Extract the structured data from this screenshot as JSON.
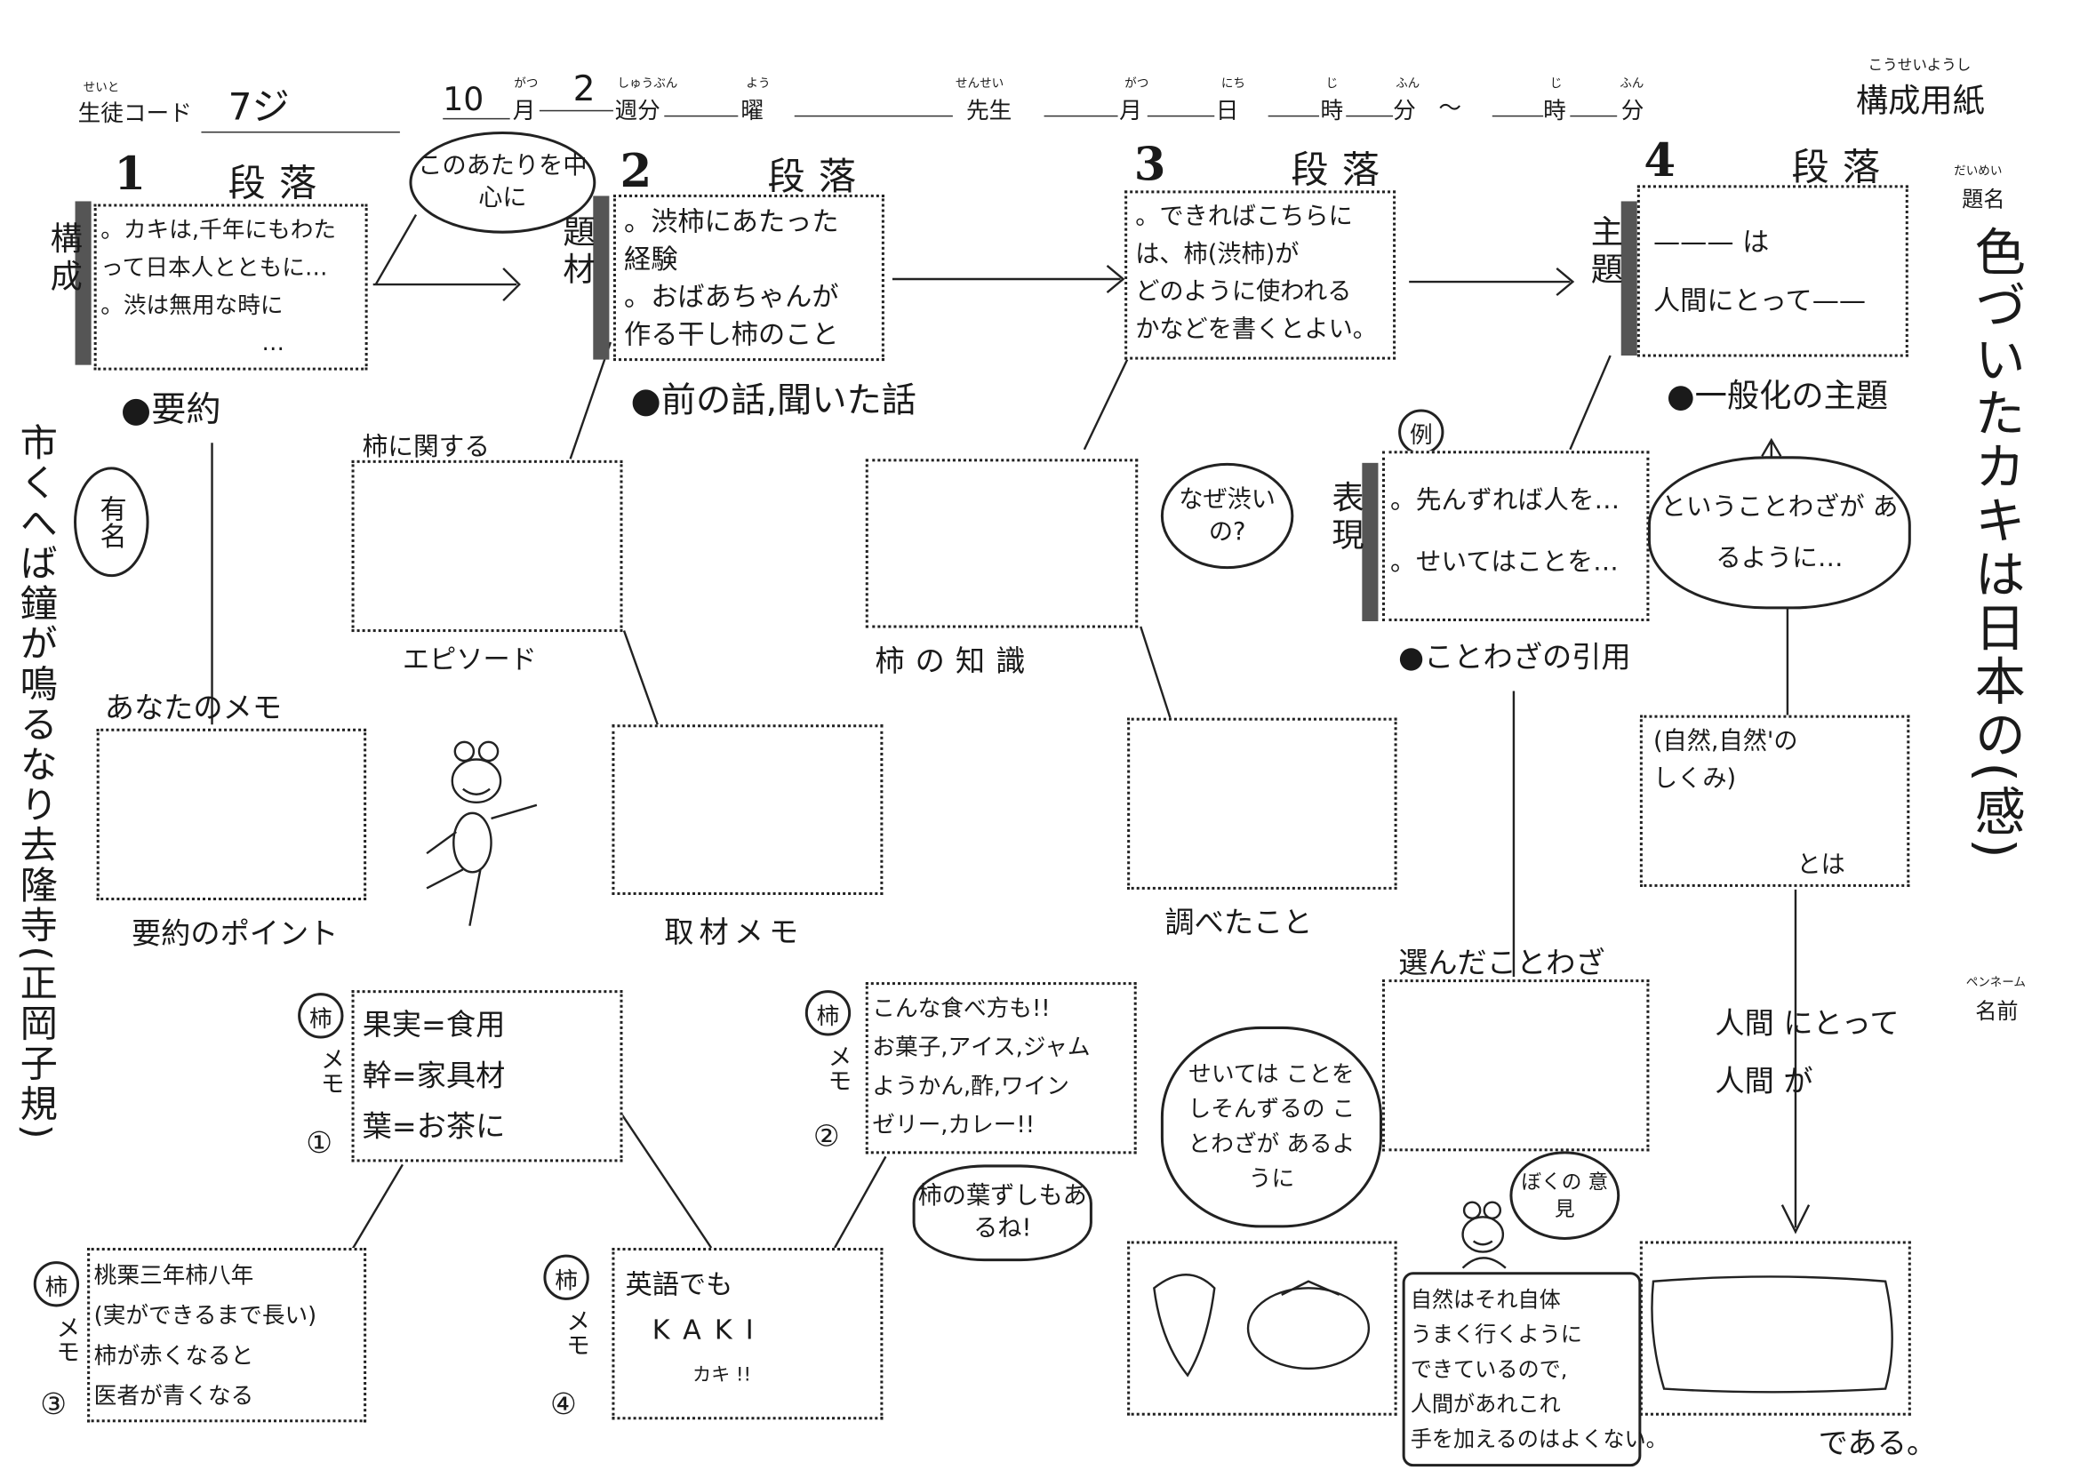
{
  "header": {
    "student_code_ruby": "せいと",
    "student_code_label": "生徒コード",
    "student_code_value": "7ジ",
    "month_value": "10",
    "month_ruby": "がつ",
    "month_label": "月",
    "week_value": "2",
    "week_ruby": "しゅうぶん",
    "week_label": "週分",
    "day_ruby": "よう",
    "day_label": "曜",
    "teacher_ruby": "せんせい",
    "teacher_label": "先生",
    "date_month_ruby": "がつ",
    "date_month_label": "月",
    "date_day_ruby": "にち",
    "date_day_label": "日",
    "hour_ruby": "じ",
    "hour_label": "時",
    "minute_ruby": "ふん",
    "minute_label": "分",
    "tilde": "～",
    "hour2_ruby": "じ",
    "hour2_label": "時",
    "minute2_ruby": "ふん",
    "minute2_label": "分",
    "sheet_title_ruby": "こうせいようし",
    "sheet_title": "構成用紙"
  },
  "paragraphs": [
    {
      "number": "1",
      "label": "段落",
      "side": "構成",
      "lines": [
        "。カキは,千年にもわた",
        "って日本人とともに…",
        "。渋は無用な時に",
        "…"
      ],
      "caption": "●要約"
    },
    {
      "number": "2",
      "label": "段落",
      "side": "題材",
      "lines": [
        "。渋柿にあたった",
        "経験",
        "。おばあちゃんが",
        "作る干し柿のこと"
      ],
      "caption": "●前の話,聞いた話"
    },
    {
      "number": "3",
      "label": "段落",
      "side": "",
      "lines": [
        "。できればこちらに",
        "は、柿(渋柿)が",
        "どのように使われる",
        "かなどを書くとよい。"
      ],
      "caption": ""
    },
    {
      "number": "4",
      "label": "段落",
      "side": "主題",
      "lines": [
        "——— は",
        "人間にとって——"
      ],
      "caption": "●一般化の主題"
    }
  ],
  "bubbles": {
    "center": "このあたりを中心に",
    "famous": "有名",
    "why": "なぜ渋いの?",
    "proverb": "ということわざが あるように…",
    "kakinoha": "柿の葉ずしもあるね!",
    "seiteha": "せいては ことを しそんずるの ことわざが あるように",
    "opinion": "ぼくの 意見"
  },
  "haiku": "市くへば鐘が鳴るなり去隆寺(正岡子規)",
  "title_section": {
    "ruby": "だいめい",
    "label": "題名",
    "title": "色づいたカキは日本の(感)",
    "pen_ruby": "ペンネーム",
    "name_label": "名前"
  },
  "boxes": {
    "episode_top": "柿に関する",
    "episode_bottom": "エピソード",
    "knowledge": "柿の知識",
    "example_circle": "例",
    "example_side": "表現",
    "example_lines": [
      "。先んずれば人を…",
      "。せいてはことを…"
    ],
    "example_caption": "●ことわざの引用",
    "your_memo": "あなたのメモ",
    "summary_point": "要約のポイント",
    "interview": "取材メモ",
    "research": "調べたこと",
    "chosen": "選んだことわざ",
    "nature_lines": [
      "(自然,自然'の",
      "しくみ)"
    ],
    "towa": "とは",
    "human1": "人間 にとって",
    "human2": "人間 が",
    "dearu": "である。",
    "opinion_text": [
      "自然はそれ自体",
      "うまく行くように",
      "できているので,",
      "人間があれこれ",
      "手を加えるのはよくない。"
    ]
  },
  "memos": [
    {
      "kaki": "柿",
      "label": "メモ",
      "num": "①",
      "lines": [
        "果実=食用",
        "幹=家具材",
        "葉=お茶に"
      ]
    },
    {
      "kaki": "柿",
      "label": "メモ",
      "num": "②",
      "lines": [
        "こんな食べ方も!!",
        "お菓子,アイス,ジャム",
        "ようかん,酢,ワイン",
        "ゼリー,カレー!!"
      ]
    },
    {
      "kaki": "柿",
      "label": "メモ",
      "num": "③",
      "lines": [
        "桃栗三年柿八年",
        "(実ができるまで長い)",
        "柿が赤くなると",
        "医者が青くなる"
      ]
    },
    {
      "kaki": "柿",
      "label": "メモ",
      "num": "④",
      "lines": [
        "英語でも",
        "KAKI",
        "カキ   !!"
      ]
    }
  ]
}
